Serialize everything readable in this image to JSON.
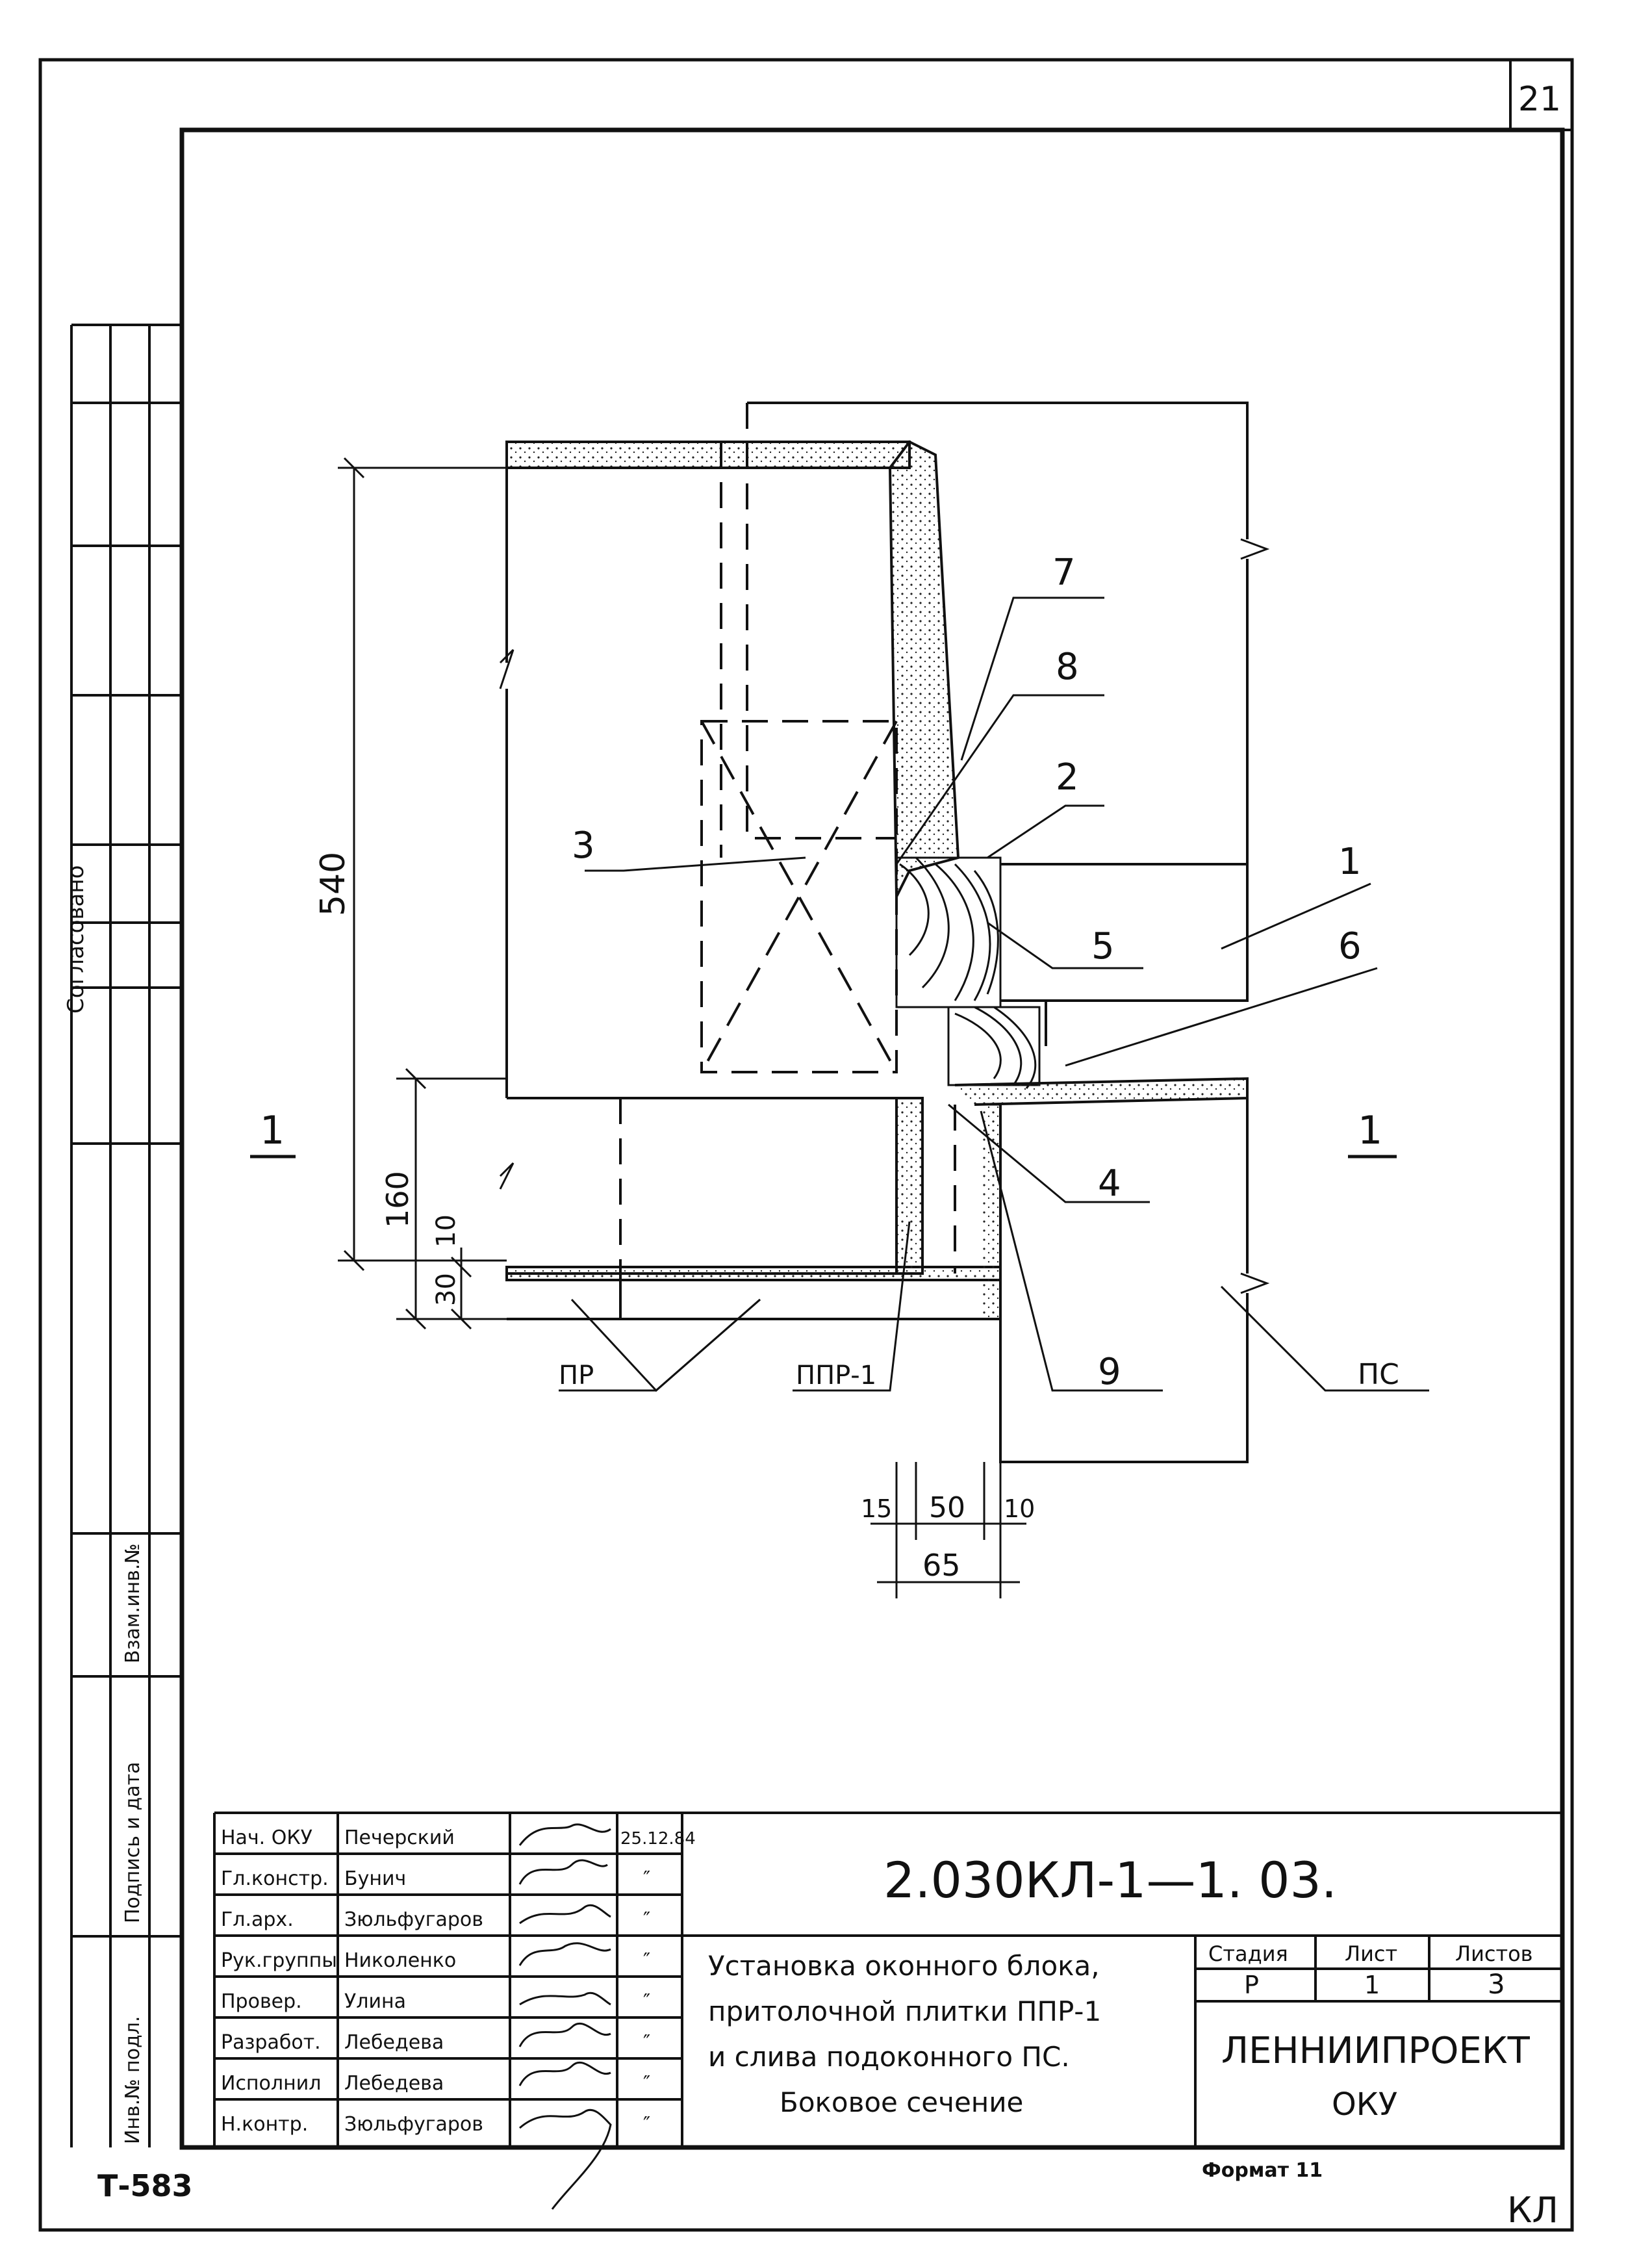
{
  "sheet": {
    "number_top": "21",
    "stamp_code": "Т-583",
    "corner_mark": "КЛ",
    "format_label": "Формат 11"
  },
  "side_stamp": {
    "approved": "Согласовано",
    "replace_inv": "Взам.инв.№",
    "signature_date": "Подпись и дата",
    "inv_original": "Инв.№ подл."
  },
  "drawing": {
    "section_marks": [
      "1",
      "1"
    ],
    "callouts": [
      "1",
      "2",
      "3",
      "4",
      "5",
      "6",
      "7",
      "8",
      "9"
    ],
    "labels": {
      "pr": "ПР",
      "ppr": "ППР-1",
      "ps": "ПС"
    },
    "dimensions": {
      "d540": "540",
      "d160": "160",
      "d10": "10",
      "d30": "30",
      "d15": "15",
      "d50": "50",
      "d10b": "10",
      "d65": "65"
    }
  },
  "title_block": {
    "doc_code": "2.030КЛ-1—1. 03.",
    "description": [
      "Установка оконного блока,",
      "притолочной плитки ППР-1",
      "и слива подоконного ПС.",
      "Боковое сечение"
    ],
    "stage_header": "Стадия",
    "sheet_header": "Лист",
    "sheets_header": "Листов",
    "stage_value": "Р",
    "sheet_value": "1",
    "sheets_value": "3",
    "organization": "ЛЕННИИПРОЕКТ",
    "department": "ОКУ",
    "signers": [
      {
        "role": "Нач. ОКУ",
        "name": "Печерский",
        "date": "25.12.84"
      },
      {
        "role": "Гл.констр.",
        "name": "Бунич",
        "date": "″"
      },
      {
        "role": "Гл.арх.",
        "name": "Зюльфугаров",
        "date": "″"
      },
      {
        "role": "Рук.группы",
        "name": "Николенко",
        "date": "″"
      },
      {
        "role": "Провер.",
        "name": "Улина",
        "date": "″"
      },
      {
        "role": "Разработ.",
        "name": "Лебедева",
        "date": "″"
      },
      {
        "role": "Исполнил",
        "name": "Лебедева",
        "date": "″"
      },
      {
        "role": "Н.контр.",
        "name": "Зюльфугаров",
        "date": "″"
      }
    ]
  }
}
